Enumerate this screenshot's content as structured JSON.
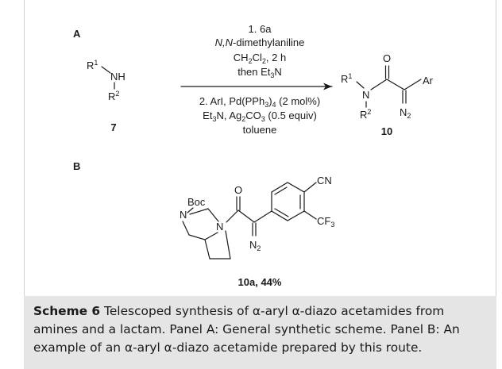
{
  "panels": {
    "a_label": "A",
    "b_label": "B"
  },
  "reagents_above": {
    "step1": "1. 6a",
    "base_prefix": "N,N",
    "base_suffix": "-dimethylaniline",
    "solvent_ch": "CH",
    "solvent_sub2": "2",
    "solvent_cl": "Cl",
    "solvent_sub2b": "2",
    "solvent_time": ", 2 h",
    "then_text": "then Et",
    "then_sub": "3",
    "then_n": "N"
  },
  "reagents_below": {
    "line1_a": "2. ArI, Pd(PPh",
    "line1_sub": "3",
    "line1_b": ")",
    "line1_sub2": "4",
    "line1_c": " (2 mol%)",
    "line2_a": "Et",
    "line2_sub": "3",
    "line2_b": "N, Ag",
    "line2_sub2": "2",
    "line2_c": "CO",
    "line2_sub3": "3",
    "line2_d": " (0.5 equiv)",
    "line3": "toluene"
  },
  "compounds": {
    "sm_number": "7",
    "product_number": "10",
    "example_label": "10a, 44%"
  },
  "atoms": {
    "R": "R",
    "sup1": "1",
    "sup2": "2",
    "NH": "NH",
    "N": "N",
    "O": "O",
    "Ar": "Ar",
    "N2_N": "N",
    "N2_sub": "2",
    "Boc": "Boc",
    "CN": "CN",
    "CF": "CF",
    "CF_sub": "3"
  },
  "caption": {
    "label": "Scheme 6",
    "text": "  Telescoped synthesis of α-aryl α-diazo acetamides from amines and a lactam. Panel A: General synthetic scheme. Panel B: An example of an α-aryl α-diazo acetamide prepared by this route."
  }
}
